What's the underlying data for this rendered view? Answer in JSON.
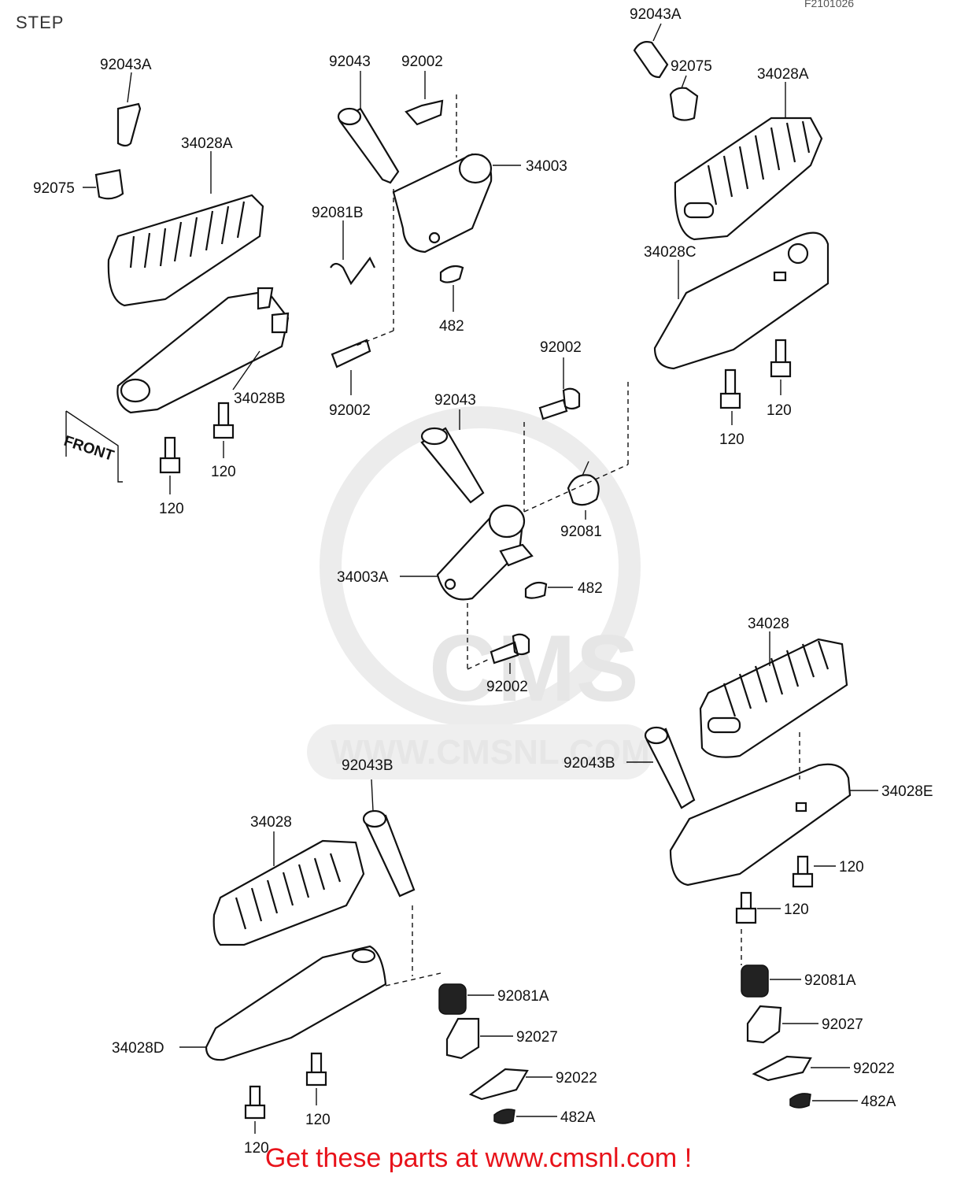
{
  "page": {
    "title": "STEP",
    "ref_code": "F2101026",
    "footer": "Get these parts at www.cmsnl.com !",
    "watermark": {
      "brand": "CMS",
      "url": "WWW.CMSNL.COM"
    }
  },
  "labels": {
    "l1": "92043A",
    "l2": "92075",
    "l3": "34028A",
    "l4": "34028B",
    "l5": "120",
    "l6": "120",
    "l7": "92043",
    "l8": "92002",
    "l9": "34003",
    "l10": "92081B",
    "l11": "482",
    "l12": "92002",
    "l13": "92043A",
    "l14": "92075",
    "l15": "34028A",
    "l16": "34028C",
    "l17": "120",
    "l18": "120",
    "l19": "92002",
    "l20": "92043",
    "l21": "92081",
    "l22": "34003A",
    "l23": "482",
    "l24": "92002",
    "l25": "34028",
    "l26": "92043B",
    "l27": "34028E",
    "l28": "120",
    "l29": "120",
    "l30": "92081A",
    "l31": "92027",
    "l32": "92022",
    "l33": "482A",
    "l34": "92043B",
    "l35": "34028",
    "l36": "34028D",
    "l37": "120",
    "l38": "120",
    "l39": "92081A",
    "l40": "92027",
    "l41": "92022",
    "l42": "482A"
  },
  "front_mark": "FRONT"
}
